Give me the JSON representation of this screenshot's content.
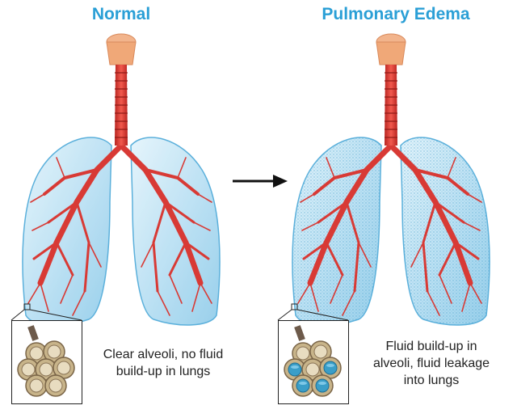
{
  "panels": {
    "normal": {
      "title": "Normal",
      "caption": "Clear alveoli, no fluid\nbuild-up in lungs"
    },
    "edema": {
      "title": "Pulmonary Edema",
      "caption": "Fluid build-up in\nalveoli, fluid leakage\ninto lungs"
    }
  },
  "colors": {
    "title": "#2a9fd6",
    "lung_fill": "#bfe3f5",
    "lung_edge": "#4aa8d8",
    "trachea": "#d83a35",
    "larynx": "#f0a878",
    "fluid": "#3a9ec8"
  },
  "icons": [
    "arrow-right-icon",
    "lungs-normal-illustration",
    "lungs-edema-illustration",
    "alveoli-cluster-icon"
  ]
}
